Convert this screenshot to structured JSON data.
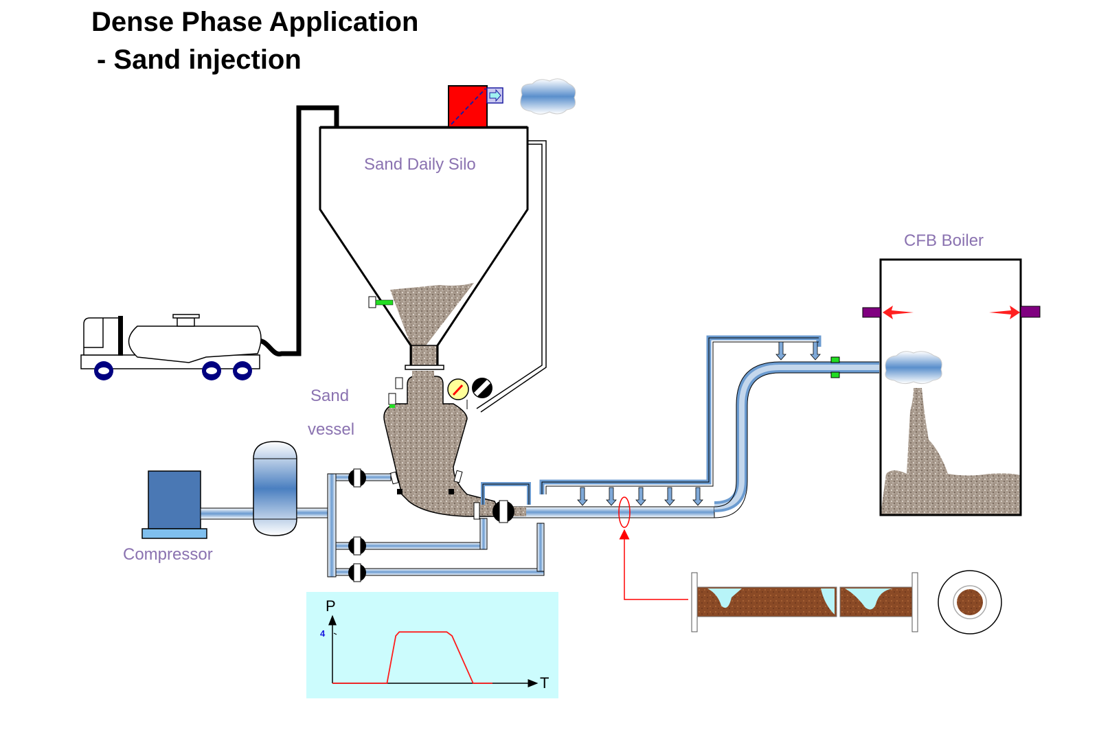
{
  "title": {
    "line1": "Dense Phase Application",
    "line2": " - Sand injection"
  },
  "labels": {
    "silo": "Sand Daily Silo",
    "vessel_line1": "Sand",
    "vessel_line2": "vessel",
    "compressor": "Compressor",
    "boiler": "CFB Boiler"
  },
  "pressure_chart": {
    "y_axis_label": "P",
    "x_axis_label": "T",
    "y_tick": "4"
  },
  "colors": {
    "label_purple": "#8a72b0",
    "sand": "#a89a8c",
    "pipe_blue": "#7fa9d8",
    "filter_red": "#ff0000",
    "chart_bg": "#ccfcfd",
    "valve_black": "#000000",
    "compressor_blue": "#4a78b4",
    "nozzle_purple": "#800080",
    "arrow_red": "#ff2020"
  },
  "chart_data": {
    "type": "line",
    "title": "",
    "xlabel": "T",
    "ylabel": "P",
    "ytick_labels": [
      "4"
    ],
    "ylim": [
      0,
      4.8
    ],
    "xlim": [
      0,
      10
    ],
    "series": [
      {
        "name": "pressure",
        "x": [
          0,
          3.1,
          3.6,
          3.8,
          5.5,
          6.5,
          6.8,
          8.0,
          9.1
        ],
        "y": [
          0,
          0,
          3.6,
          3.9,
          3.9,
          3.9,
          3.6,
          0,
          0
        ]
      }
    ]
  }
}
